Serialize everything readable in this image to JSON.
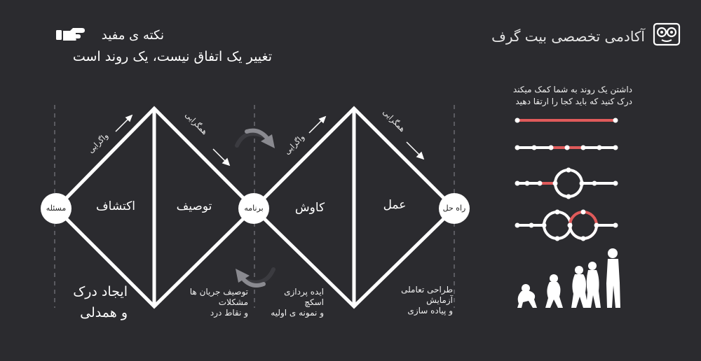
{
  "header": {
    "brand": "آکادمی تخصصی بیت گرف",
    "logo_icon": "glasses-face-icon",
    "tip_title": "نکته ی مفید",
    "tip_icon": "pointing-hand-icon",
    "tip_text": "تغییر یک اتفاق نیست، یک روند است"
  },
  "diagram": {
    "nodes": {
      "problem": "مسئله",
      "program": "برنامه",
      "solution": "راه حل"
    },
    "phases": {
      "discover": "اکتشاف",
      "define": "توصیف",
      "explore": "کاوش",
      "act": "عمل"
    },
    "arrows": {
      "divergence": "واگرایی",
      "convergence": "همگرایی"
    },
    "bottom": {
      "empathy_line1": "ایجاد درک",
      "empathy_line2": "و همدلی",
      "define_line1": "توصیف جریان ها",
      "define_line2": "مشکلات",
      "define_line3": "و نقاط درد",
      "explore_line1": "ایده پردازی",
      "explore_line2": "اسکچ",
      "explore_line3": "و نمونه ی اولیه",
      "act_line1": "طراحی تعاملی",
      "act_line2": "آزمایش",
      "act_line3": "و پیاده سازی"
    }
  },
  "legend": {
    "text_line1": "داشتن یک روند به شما کمک میکند",
    "text_line2": "درک کنید که باید کجا را ارتقا دهید",
    "evolution_icon": "human-evolution-icon"
  },
  "colors": {
    "background": "#2b2b2f",
    "accent": "#e05a5a",
    "line": "#ffffff",
    "dashed": "#6b6b70"
  }
}
